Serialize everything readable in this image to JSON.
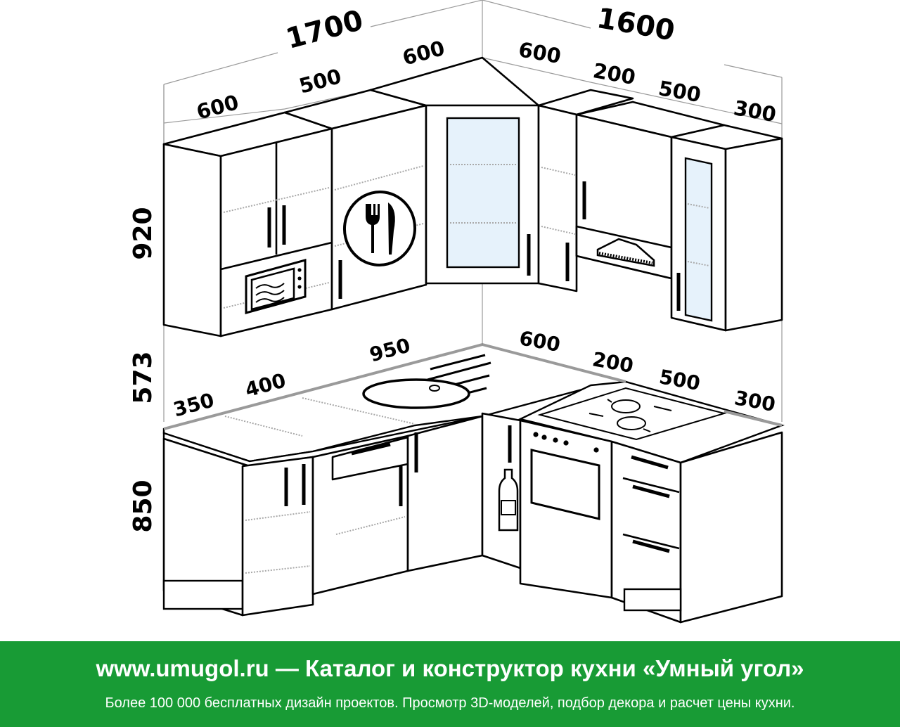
{
  "dimensions": {
    "upper_left_total": "1700",
    "upper_right_total": "1600",
    "upper_left": [
      "600",
      "500",
      "600"
    ],
    "upper_right": [
      "600",
      "200",
      "500",
      "300"
    ],
    "height_upper": "920",
    "height_gap": "573",
    "height_lower": "850",
    "lower_left": [
      "350",
      "400",
      "950"
    ],
    "lower_right": [
      "600",
      "200",
      "500",
      "300"
    ]
  },
  "banner": {
    "line1": "www.umugol.ru — Каталог и конструктор кухни «Умный угол»",
    "line2": "Более 100 000 бесплатных дизайн проектов. Просмотр 3D-моделей, подбор декора и расчет цены кухни."
  },
  "colors": {
    "banner_bg": "#189b35",
    "banner_text": "#ffffff",
    "glass": "#e6f2fb"
  },
  "icons": [
    "plate-fork-knife-icon",
    "microwave-icon",
    "range-hood-icon",
    "sink-icon",
    "gas-hob-icon",
    "oven-icon",
    "bottle-icon"
  ]
}
